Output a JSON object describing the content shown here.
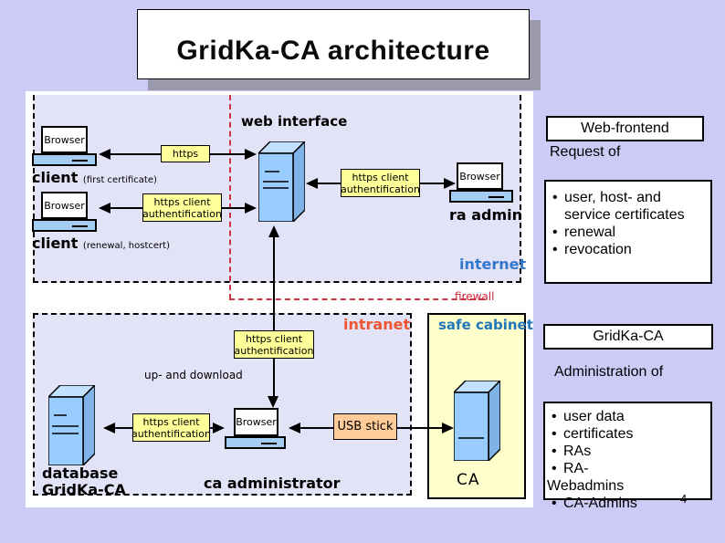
{
  "slide": {
    "title": "GridKa-CA architecture",
    "page_number": "4"
  },
  "colors": {
    "slide_bg": "#cbcbf5",
    "zone_bg": "#e3e3f7",
    "label_yellow": "#ffff99",
    "cabinet_yellow": "#ffffcc",
    "usb_orange": "#ffcc99",
    "machine_front": "#99ccff",
    "machine_top": "#c2e0ff",
    "machine_side": "#7fb2e6",
    "base_blue": "#a5cdf2",
    "internet_text": "#3377cc",
    "intranet_text": "#ee5533",
    "firewall_line": "#cc3344",
    "firewall_text": "#cc2233",
    "safe_cabinet_text": "#2277bb",
    "title_shadow": "#9a9aac"
  },
  "diagram": {
    "web_interface_label": "web interface",
    "internet_label": "internet",
    "intranet_label": "intranet",
    "firewall_label": "firewall",
    "safe_cabinet_label": "safe cabinet",
    "https_label": "https",
    "https_client_auth": {
      "line1": "https client",
      "line2": "authentification"
    },
    "up_and_download": "up- and download",
    "usb_stick_label": "USB stick",
    "browser_label": "Browser",
    "client1": {
      "name": "client",
      "qualifier": "(first certificate)"
    },
    "client2": {
      "name": "client",
      "qualifier": "(renewal, hostcert)"
    },
    "ra_admin_label": "ra admin",
    "ca_admin_label": "ca administrator",
    "database_label": {
      "line1": "database",
      "line2": "GridKa-CA"
    },
    "ca_label": "CA"
  },
  "sidebar": {
    "web_frontend": {
      "box_label": "Web-frontend",
      "heading": "Request of",
      "items": [
        "user, host- and",
        "service certificates",
        "renewal",
        "revocation"
      ]
    },
    "gridka_ca": {
      "box_label": "GridKa-CA",
      "heading": "Administration of",
      "items": [
        "user data",
        "certificates",
        "RAs",
        "RA-",
        "Webadmins",
        "CA-Admins"
      ]
    }
  }
}
